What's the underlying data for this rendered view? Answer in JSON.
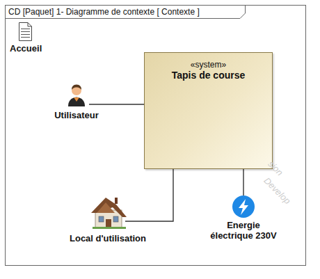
{
  "diagram": {
    "title": "CD [Paquet] 1- Diagramme de contexte [ Contexte ]",
    "nodes": [
      {
        "text": [
          "Accueil"
        ]
      },
      {
        "text": [
          "«system»",
          "Tapis de course"
        ]
      },
      {
        "text": [
          "Utilisateur"
        ]
      },
      {
        "text": [
          "Local d'utilisation"
        ]
      },
      {
        "text": [
          "Energie électrique 230V"
        ]
      }
    ],
    "edges": [
      {
        "from": 2,
        "to": 1,
        "arrow": "none"
      },
      {
        "from": 3,
        "to": 1,
        "arrow": "none"
      },
      {
        "from": 4,
        "to": 1,
        "arrow": "none"
      }
    ],
    "labels": [
      "sion",
      "Develop"
    ]
  }
}
